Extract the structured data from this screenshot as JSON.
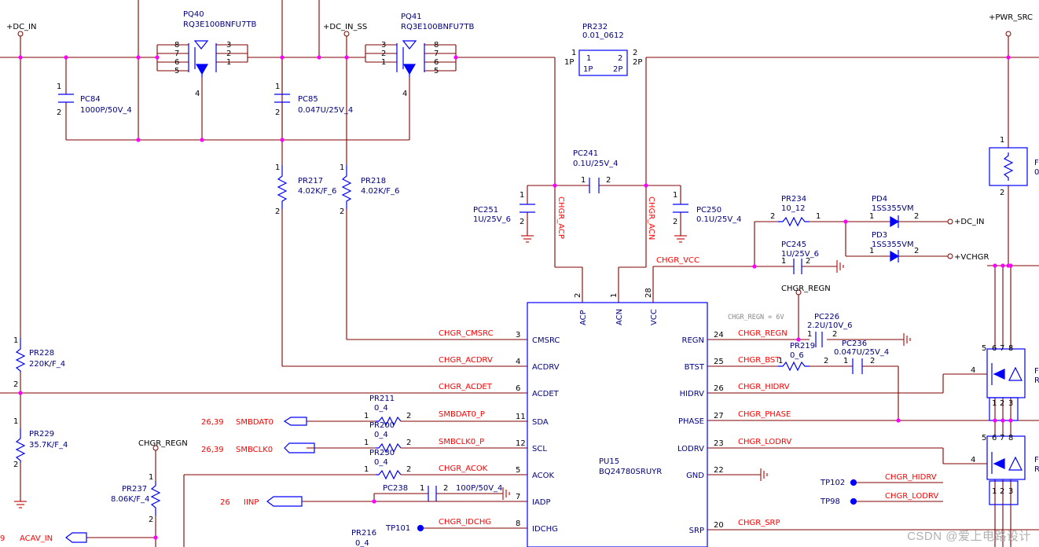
{
  "watermark": "CSDN @爱上电路设计",
  "colors": {
    "wire": "#800000",
    "comp": "#0000ff",
    "net": "#ff0000",
    "text": "#000080",
    "dot": "#ff00ff",
    "black": "#000000"
  },
  "nets": {
    "dc_in": "+DC_IN",
    "dc_in_ss": "+DC_IN_SS",
    "pwr_src": "+PWR_SRC",
    "dc_in_r": "+DC_IN",
    "vchgr": "+VCHGR",
    "chgr_regn_top": "CHGR_REGN",
    "chgr_regn_left": "CHGR_REGN",
    "chgr_acp": "CHGR_ACP",
    "chgr_acn": "CHGR_ACN",
    "chgr_vcc": "CHGR_VCC",
    "chgr_cmsrc": "CHGR_CMSRC",
    "chgr_acdrv": "CHGR_ACDRV",
    "chgr_acdet": "CHGR_ACDET",
    "smbdat0_p": "SMBDAT0_P",
    "smbclk0_p": "SMBCLK0_P",
    "chgr_acok": "CHGR_ACOK",
    "chgr_idchg": "CHGR_IDCHG",
    "chgr_regn_pin": "CHGR_REGN",
    "chgr_bst": "CHGR_BST",
    "chgr_hidrv": "CHGR_HIDRV",
    "chgr_phase": "CHGR_PHASE",
    "chgr_lodrv": "CHGR_LODRV",
    "chgr_srp": "CHGR_SRP",
    "chgr_hidrv_tp": "CHGR_HIDRV",
    "chgr_lodrv_tp": "CHGR_LODRV",
    "smbdat0": "SMBDAT0",
    "smbclk0": "SMBCLK0",
    "iinp": "IINP",
    "acav_in": "ACAV_IN",
    "ref_2639a": "26,39",
    "ref_2639b": "26,39",
    "ref_26": "26",
    "ref_9": "9",
    "regn_note": "CHGR_REGN = 6V"
  },
  "components": {
    "pq40": {
      "ref": "PQ40",
      "val": "RQ3E100BNFU7TB"
    },
    "pq41": {
      "ref": "PQ41",
      "val": "RQ3E100BNFU7TB"
    },
    "pr232": {
      "ref": "PR232",
      "val": "0.01_0612"
    },
    "pc84": {
      "ref": "PC84",
      "val": "1000P/50V_4"
    },
    "pc85": {
      "ref": "PC85",
      "val": "0.047U/25V_4"
    },
    "pr217": {
      "ref": "PR217",
      "val": "4.02K/F_6"
    },
    "pr218": {
      "ref": "PR218",
      "val": "4.02K/F_6"
    },
    "pc241": {
      "ref": "PC241",
      "val": "0.1U/25V_4"
    },
    "pc251": {
      "ref": "PC251",
      "val": "1U/25V_6"
    },
    "pc250": {
      "ref": "PC250",
      "val": "0.1U/25V_4"
    },
    "pr234": {
      "ref": "PR234",
      "val": "10_12"
    },
    "pd4": {
      "ref": "PD4",
      "val": "1SS355VM"
    },
    "pd3": {
      "ref": "PD3",
      "val": "1SS355VM"
    },
    "pc245": {
      "ref": "PC245",
      "val": "1U/25V_6"
    },
    "pc226": {
      "ref": "PC226",
      "val": "2.2U/10V_6"
    },
    "pr219": {
      "ref": "PR219",
      "val": "0_6"
    },
    "pc236": {
      "ref": "PC236",
      "val": "0.047U/25V_4"
    },
    "pr228": {
      "ref": "PR228",
      "val": "220K/F_4"
    },
    "pr229": {
      "ref": "PR229",
      "val": "35.7K/F_4"
    },
    "pr237": {
      "ref": "PR237",
      "val": "8.06K/F_4"
    },
    "pr211": {
      "ref": "PR211",
      "val": "0_4"
    },
    "pr200": {
      "ref": "PR200",
      "val": "0_4"
    },
    "pr230": {
      "ref": "PR230",
      "val": "0_4"
    },
    "pc238": {
      "ref": "PC238",
      "val": "100P/50V_4"
    },
    "pr216": {
      "ref": "PR216",
      "val": "0_4"
    },
    "tp101": {
      "ref": "TP101"
    },
    "tp102": {
      "ref": "TP102"
    },
    "tp98": {
      "ref": "TP98"
    },
    "pu15": {
      "ref": "PU15",
      "val": "BQ24780SRUYR"
    },
    "rclip": {
      "ref": "F",
      "val": "0"
    },
    "fet_hi": {
      "ref": "F",
      "val": "R"
    },
    "fet_lo": {
      "ref": "F",
      "val": "R"
    }
  },
  "ic": {
    "left_pins": [
      {
        "name": "CMSRC",
        "num": "3"
      },
      {
        "name": "ACDRV",
        "num": "4"
      },
      {
        "name": "ACDET",
        "num": "6"
      },
      {
        "name": "SDA",
        "num": "11"
      },
      {
        "name": "SCL",
        "num": "12"
      },
      {
        "name": "ACOK",
        "num": "5"
      },
      {
        "name": "IADP",
        "num": "7"
      },
      {
        "name": "IDCHG",
        "num": "8"
      }
    ],
    "right_pins": [
      {
        "name": "REGN",
        "num": "24"
      },
      {
        "name": "BTST",
        "num": "25"
      },
      {
        "name": "HIDRV",
        "num": "26"
      },
      {
        "name": "PHASE",
        "num": "27"
      },
      {
        "name": "LODRV",
        "num": "23"
      },
      {
        "name": "GND",
        "num": "22"
      },
      {
        "name": "SRP",
        "num": "20"
      }
    ],
    "top_pins": [
      {
        "name": "ACP",
        "num": "2"
      },
      {
        "name": "ACN",
        "num": "1"
      },
      {
        "name": "VCC",
        "num": "28"
      }
    ]
  },
  "pins": {
    "n1": "1",
    "n2": "2",
    "n3": "3",
    "n4": "4",
    "n5": "5",
    "n6": "6",
    "n7": "7",
    "n8": "8",
    "p1P": "1P",
    "p2P": "2P"
  }
}
